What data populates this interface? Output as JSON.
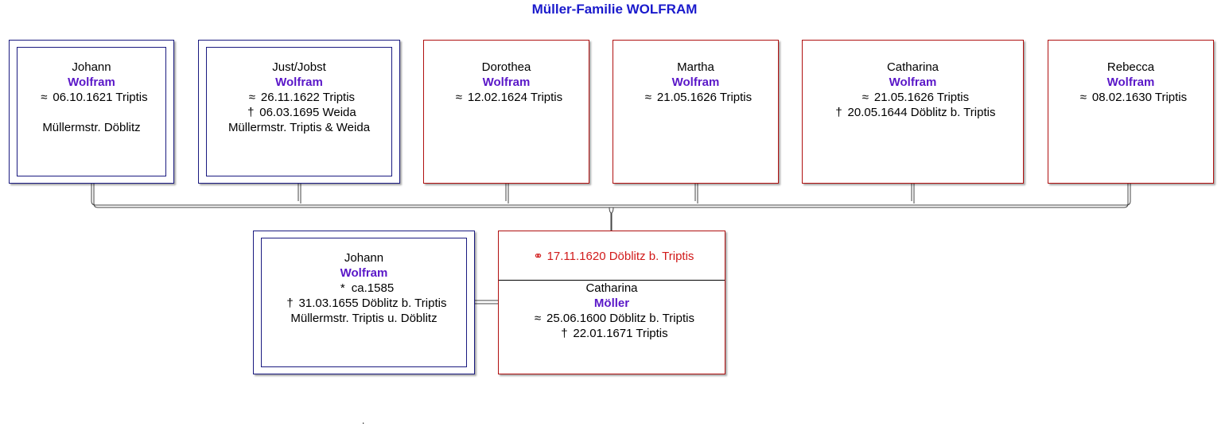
{
  "title": "Müller-Familie WOLFRAM",
  "symbols": {
    "baptism": "≈",
    "death": "†",
    "birth": "*",
    "marriage": "⚭"
  },
  "children": [
    {
      "given": "Johann",
      "surname": "Wolfram",
      "baptism": "06.10.1621 Triptis",
      "death": "",
      "note": "Müllermstr. Döblitz",
      "gender": "male"
    },
    {
      "given": "Just/Jobst",
      "surname": "Wolfram",
      "baptism": "26.11.1622 Triptis",
      "death": "06.03.1695 Weida",
      "note": "Müllermstr. Triptis & Weida",
      "gender": "male"
    },
    {
      "given": "Dorothea",
      "surname": "Wolfram",
      "baptism": "12.02.1624 Triptis",
      "death": "",
      "note": "",
      "gender": "female"
    },
    {
      "given": "Martha",
      "surname": "Wolfram",
      "baptism": "21.05.1626 Triptis",
      "death": "",
      "note": "",
      "gender": "female"
    },
    {
      "given": "Catharina",
      "surname": "Wolfram",
      "baptism": "21.05.1626 Triptis",
      "death": "20.05.1644 Döblitz b. Triptis",
      "note": "",
      "gender": "female"
    },
    {
      "given": "Rebecca",
      "surname": "Wolfram",
      "baptism": "08.02.1630 Triptis",
      "death": "",
      "note": "",
      "gender": "female"
    }
  ],
  "father": {
    "given": "Johann",
    "surname": "Wolfram",
    "birth": "ca.1585",
    "death": "31.03.1655 Döblitz b. Triptis",
    "note": "Müllermstr. Triptis u. Döblitz"
  },
  "mother": {
    "marriage": "17.11.1620 Döblitz b. Triptis",
    "given": "Catharina",
    "surname": "Möller",
    "baptism": "25.06.1600 Döblitz b. Triptis",
    "death": "22.01.1671 Triptis"
  },
  "colors": {
    "male_border": "#1a1a80",
    "female_border": "#b01010",
    "surname": "#5a17c8",
    "marriage": "#d11a1a",
    "title": "#1a1acc"
  },
  "footer_mark": "."
}
